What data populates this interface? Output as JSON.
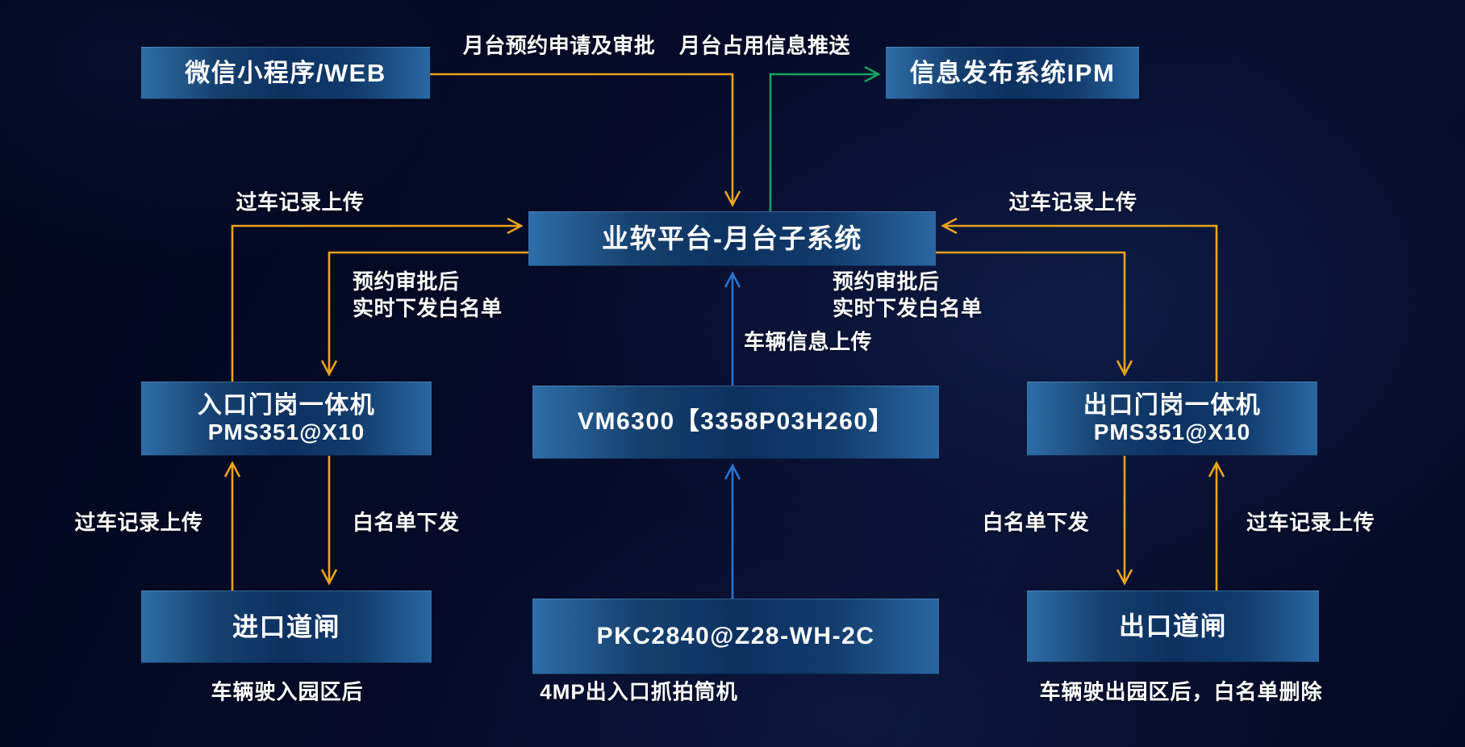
{
  "colors": {
    "background": "#050a26",
    "node_edge_blue": "#2f6ea8",
    "node_center_blue": "#0c3161",
    "arrow_yellow": "#eaa41c",
    "arrow_green": "#12a45e",
    "arrow_blue": "#2a74cf",
    "text": "#ffffff"
  },
  "nodes": {
    "wechat": {
      "label": "微信小程序/WEB"
    },
    "ipm": {
      "label": "信息发布系统IPM"
    },
    "platform": {
      "label": "业软平台-月台子系统"
    },
    "entrance_machine": {
      "label": "入口门岗一体机",
      "model": "PMS351@X10"
    },
    "vm_camera": {
      "label": "VM6300【3358P03H260】"
    },
    "exit_machine": {
      "label": "出口门岗一体机",
      "model": "PMS351@X10"
    },
    "entrance_barrier": {
      "label": "进口道闸"
    },
    "pkc_camera": {
      "label": "PKC2840@Z28-WH-2C"
    },
    "exit_barrier": {
      "label": "出口道闸"
    }
  },
  "edge_labels": {
    "reservation": "月台预约申请及审批",
    "occupancy_push": "月台占用信息推送",
    "left_record_upper": "过车记录上传",
    "left_whitelist_upper_1": "预约审批后",
    "left_whitelist_upper_2": "实时下发白名单",
    "vehicle_info": "车辆信息上传",
    "right_record_upper": "过车记录上传",
    "right_whitelist_upper_1": "预约审批后",
    "right_whitelist_upper_2": "实时下发白名单",
    "left_record_lower": "过车记录上传",
    "left_whitelist_lower": "白名单下发",
    "right_whitelist_lower": "白名单下发",
    "right_record_lower": "过车记录上传"
  },
  "captions": {
    "entrance": "车辆驶入园区后",
    "center": "4MP出入口抓拍筒机",
    "exit": "车辆驶出园区后，白名单删除"
  }
}
